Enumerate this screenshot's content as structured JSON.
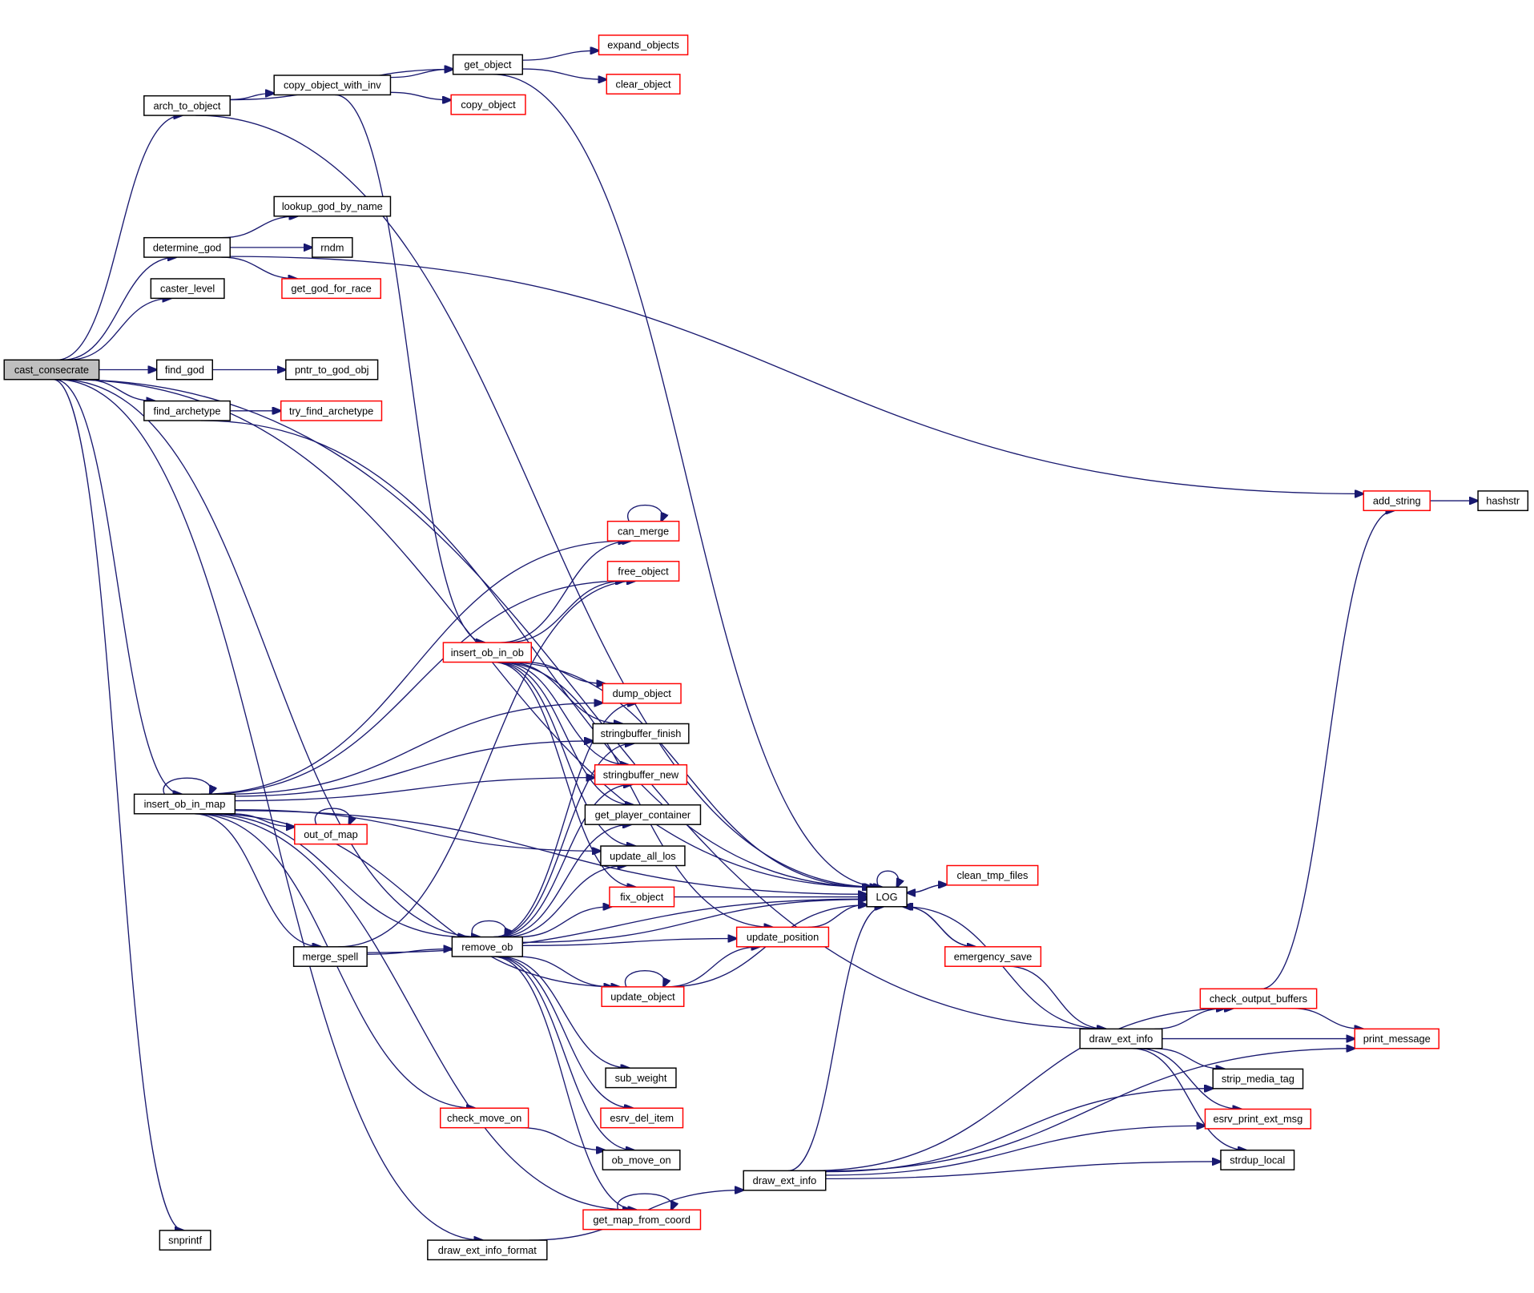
{
  "title": "cast_consecrate call graph",
  "colors": {
    "edge": "#191970",
    "truncated_border": "#ff0000",
    "normal_border": "#000000",
    "root_fill": "#bfbfbf"
  },
  "nodes": [
    {
      "id": "cast_consecrate",
      "label": "cast_consecrate",
      "style": "root"
    },
    {
      "id": "arch_to_object",
      "label": "arch_to_object",
      "style": "plain"
    },
    {
      "id": "copy_object_with_inv",
      "label": "copy_object_with_inv",
      "style": "plain"
    },
    {
      "id": "get_object",
      "label": "get_object",
      "style": "plain"
    },
    {
      "id": "expand_objects",
      "label": "expand_objects",
      "style": "red"
    },
    {
      "id": "clear_object",
      "label": "clear_object",
      "style": "red"
    },
    {
      "id": "copy_object",
      "label": "copy_object",
      "style": "red"
    },
    {
      "id": "lookup_god_by_name",
      "label": "lookup_god_by_name",
      "style": "plain"
    },
    {
      "id": "determine_god",
      "label": "determine_god",
      "style": "plain"
    },
    {
      "id": "rndm",
      "label": "rndm",
      "style": "plain"
    },
    {
      "id": "get_god_for_race",
      "label": "get_god_for_race",
      "style": "red"
    },
    {
      "id": "caster_level",
      "label": "caster_level",
      "style": "plain"
    },
    {
      "id": "find_god",
      "label": "find_god",
      "style": "plain"
    },
    {
      "id": "pntr_to_god_obj",
      "label": "pntr_to_god_obj",
      "style": "plain"
    },
    {
      "id": "find_archetype",
      "label": "find_archetype",
      "style": "plain"
    },
    {
      "id": "try_find_archetype",
      "label": "try_find_archetype",
      "style": "red"
    },
    {
      "id": "can_merge",
      "label": "can_merge",
      "style": "red"
    },
    {
      "id": "free_object",
      "label": "free_object",
      "style": "red"
    },
    {
      "id": "insert_ob_in_ob",
      "label": "insert_ob_in_ob",
      "style": "red"
    },
    {
      "id": "dump_object",
      "label": "dump_object",
      "style": "red"
    },
    {
      "id": "stringbuffer_finish",
      "label": "stringbuffer_finish",
      "style": "plain"
    },
    {
      "id": "stringbuffer_new",
      "label": "stringbuffer_new",
      "style": "red"
    },
    {
      "id": "get_player_container",
      "label": "get_player_container",
      "style": "plain"
    },
    {
      "id": "update_all_los",
      "label": "update_all_los",
      "style": "plain"
    },
    {
      "id": "insert_ob_in_map",
      "label": "insert_ob_in_map",
      "style": "plain"
    },
    {
      "id": "out_of_map",
      "label": "out_of_map",
      "style": "red"
    },
    {
      "id": "fix_object",
      "label": "fix_object",
      "style": "red"
    },
    {
      "id": "LOG",
      "label": "LOG",
      "style": "plain"
    },
    {
      "id": "clean_tmp_files",
      "label": "clean_tmp_files",
      "style": "red"
    },
    {
      "id": "merge_spell",
      "label": "merge_spell",
      "style": "plain"
    },
    {
      "id": "remove_ob",
      "label": "remove_ob",
      "style": "plain"
    },
    {
      "id": "update_position",
      "label": "update_position",
      "style": "red"
    },
    {
      "id": "emergency_save",
      "label": "emergency_save",
      "style": "red"
    },
    {
      "id": "update_object",
      "label": "update_object",
      "style": "red"
    },
    {
      "id": "add_string",
      "label": "add_string",
      "style": "red"
    },
    {
      "id": "hashstr",
      "label": "hashstr",
      "style": "plain"
    },
    {
      "id": "check_output_buffers",
      "label": "check_output_buffers",
      "style": "red"
    },
    {
      "id": "draw_ext_info",
      "label": "draw_ext_info",
      "style": "plain"
    },
    {
      "id": "print_message",
      "label": "print_message",
      "style": "red"
    },
    {
      "id": "strip_media_tag",
      "label": "strip_media_tag",
      "style": "plain"
    },
    {
      "id": "esrv_print_ext_msg",
      "label": "esrv_print_ext_msg",
      "style": "red"
    },
    {
      "id": "strdup_local",
      "label": "strdup_local",
      "style": "plain"
    },
    {
      "id": "sub_weight",
      "label": "sub_weight",
      "style": "plain"
    },
    {
      "id": "esrv_del_item",
      "label": "esrv_del_item",
      "style": "red"
    },
    {
      "id": "check_move_on",
      "label": "check_move_on",
      "style": "red"
    },
    {
      "id": "ob_move_on",
      "label": "ob_move_on",
      "style": "plain"
    },
    {
      "id": "draw_ext_info_2",
      "label": "draw_ext_info",
      "style": "plain"
    },
    {
      "id": "get_map_from_coord",
      "label": "get_map_from_coord",
      "style": "red"
    },
    {
      "id": "snprintf",
      "label": "snprintf",
      "style": "plain"
    },
    {
      "id": "draw_ext_info_format",
      "label": "draw_ext_info_format",
      "style": "plain"
    }
  ],
  "edges": [
    [
      "cast_consecrate",
      "arch_to_object"
    ],
    [
      "cast_consecrate",
      "determine_god"
    ],
    [
      "cast_consecrate",
      "caster_level"
    ],
    [
      "cast_consecrate",
      "find_god"
    ],
    [
      "cast_consecrate",
      "find_archetype"
    ],
    [
      "cast_consecrate",
      "insert_ob_in_map"
    ],
    [
      "cast_consecrate",
      "LOG"
    ],
    [
      "cast_consecrate",
      "remove_ob"
    ],
    [
      "cast_consecrate",
      "draw_ext_info"
    ],
    [
      "cast_consecrate",
      "snprintf"
    ],
    [
      "cast_consecrate",
      "draw_ext_info_format"
    ],
    [
      "arch_to_object",
      "get_object"
    ],
    [
      "arch_to_object",
      "copy_object_with_inv"
    ],
    [
      "arch_to_object",
      "LOG"
    ],
    [
      "copy_object_with_inv",
      "get_object"
    ],
    [
      "copy_object_with_inv",
      "copy_object"
    ],
    [
      "copy_object_with_inv",
      "insert_ob_in_ob"
    ],
    [
      "get_object",
      "expand_objects"
    ],
    [
      "get_object",
      "clear_object"
    ],
    [
      "get_object",
      "LOG"
    ],
    [
      "determine_god",
      "lookup_god_by_name"
    ],
    [
      "determine_god",
      "rndm"
    ],
    [
      "determine_god",
      "get_god_for_race"
    ],
    [
      "determine_god",
      "add_string"
    ],
    [
      "find_god",
      "pntr_to_god_obj"
    ],
    [
      "find_archetype",
      "try_find_archetype"
    ],
    [
      "find_archetype",
      "LOG"
    ],
    [
      "insert_ob_in_ob",
      "can_merge"
    ],
    [
      "insert_ob_in_ob",
      "free_object"
    ],
    [
      "insert_ob_in_ob",
      "dump_object"
    ],
    [
      "insert_ob_in_ob",
      "stringbuffer_finish"
    ],
    [
      "insert_ob_in_ob",
      "stringbuffer_new"
    ],
    [
      "insert_ob_in_ob",
      "get_player_container"
    ],
    [
      "insert_ob_in_ob",
      "update_all_los"
    ],
    [
      "insert_ob_in_ob",
      "fix_object"
    ],
    [
      "insert_ob_in_ob",
      "LOG"
    ],
    [
      "insert_ob_in_ob",
      "update_position"
    ],
    [
      "insert_ob_in_map",
      "insert_ob_in_map"
    ],
    [
      "insert_ob_in_map",
      "can_merge"
    ],
    [
      "insert_ob_in_map",
      "free_object"
    ],
    [
      "insert_ob_in_map",
      "dump_object"
    ],
    [
      "insert_ob_in_map",
      "stringbuffer_finish"
    ],
    [
      "insert_ob_in_map",
      "stringbuffer_new"
    ],
    [
      "insert_ob_in_map",
      "out_of_map"
    ],
    [
      "insert_ob_in_map",
      "update_all_los"
    ],
    [
      "insert_ob_in_map",
      "merge_spell"
    ],
    [
      "insert_ob_in_map",
      "remove_ob"
    ],
    [
      "insert_ob_in_map",
      "update_object"
    ],
    [
      "insert_ob_in_map",
      "check_move_on"
    ],
    [
      "insert_ob_in_map",
      "get_map_from_coord"
    ],
    [
      "insert_ob_in_map",
      "LOG"
    ],
    [
      "can_merge",
      "can_merge"
    ],
    [
      "out_of_map",
      "out_of_map"
    ],
    [
      "merge_spell",
      "free_object"
    ],
    [
      "merge_spell",
      "remove_ob"
    ],
    [
      "merge_spell",
      "LOG"
    ],
    [
      "remove_ob",
      "remove_ob"
    ],
    [
      "remove_ob",
      "dump_object"
    ],
    [
      "remove_ob",
      "stringbuffer_finish"
    ],
    [
      "remove_ob",
      "stringbuffer_new"
    ],
    [
      "remove_ob",
      "get_player_container"
    ],
    [
      "remove_ob",
      "update_all_los"
    ],
    [
      "remove_ob",
      "fix_object"
    ],
    [
      "remove_ob",
      "update_position"
    ],
    [
      "remove_ob",
      "update_object"
    ],
    [
      "remove_ob",
      "LOG"
    ],
    [
      "remove_ob",
      "sub_weight"
    ],
    [
      "remove_ob",
      "esrv_del_item"
    ],
    [
      "remove_ob",
      "ob_move_on"
    ],
    [
      "remove_ob",
      "get_map_from_coord"
    ],
    [
      "fix_object",
      "LOG"
    ],
    [
      "update_position",
      "LOG"
    ],
    [
      "update_object",
      "update_object"
    ],
    [
      "update_object",
      "update_position"
    ],
    [
      "update_object",
      "LOG"
    ],
    [
      "LOG",
      "LOG"
    ],
    [
      "LOG",
      "clean_tmp_files"
    ],
    [
      "clean_tmp_files",
      "LOG"
    ],
    [
      "LOG",
      "emergency_save"
    ],
    [
      "emergency_save",
      "LOG"
    ],
    [
      "emergency_save",
      "draw_ext_info"
    ],
    [
      "draw_ext_info",
      "LOG"
    ],
    [
      "draw_ext_info",
      "check_output_buffers"
    ],
    [
      "draw_ext_info",
      "print_message"
    ],
    [
      "draw_ext_info",
      "strip_media_tag"
    ],
    [
      "draw_ext_info",
      "esrv_print_ext_msg"
    ],
    [
      "draw_ext_info",
      "strdup_local"
    ],
    [
      "check_output_buffers",
      "add_string"
    ],
    [
      "check_output_buffers",
      "print_message"
    ],
    [
      "add_string",
      "hashstr"
    ],
    [
      "check_move_on",
      "ob_move_on"
    ],
    [
      "get_map_from_coord",
      "get_map_from_coord"
    ],
    [
      "draw_ext_info_format",
      "draw_ext_info_2"
    ],
    [
      "draw_ext_info_2",
      "LOG"
    ],
    [
      "draw_ext_info_2",
      "check_output_buffers"
    ],
    [
      "draw_ext_info_2",
      "strip_media_tag"
    ],
    [
      "draw_ext_info_2",
      "esrv_print_ext_msg"
    ],
    [
      "draw_ext_info_2",
      "strdup_local"
    ],
    [
      "draw_ext_info_2",
      "print_message"
    ]
  ]
}
